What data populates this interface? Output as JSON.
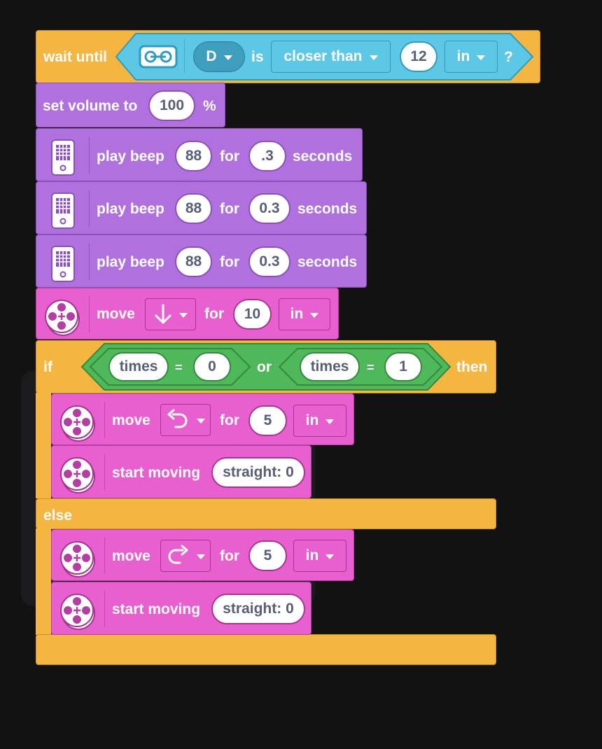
{
  "wait_block": {
    "label": "wait until",
    "port": "D",
    "is": "is",
    "comparison": "closer than",
    "distance": "12",
    "unit": "in",
    "question": "?"
  },
  "volume_block": {
    "label": "set volume to",
    "value": "100",
    "unit": "%"
  },
  "beeps": [
    {
      "label": "play beep",
      "note": "88",
      "for": "for",
      "duration": ".3",
      "seconds": "seconds"
    },
    {
      "label": "play beep",
      "note": "88",
      "for": "for",
      "duration": "0.3",
      "seconds": "seconds"
    },
    {
      "label": "play beep",
      "note": "88",
      "for": "for",
      "duration": "0.3",
      "seconds": "seconds"
    }
  ],
  "move_down": {
    "label": "move",
    "for": "for",
    "value": "10",
    "unit": "in",
    "direction_icon": "arrow-down-icon"
  },
  "if_block": {
    "if": "if",
    "then": "then",
    "else": "else",
    "or": "or",
    "cond_left": {
      "var": "times",
      "op": "=",
      "value": "0"
    },
    "cond_right": {
      "var": "times",
      "op": "=",
      "value": "1"
    }
  },
  "then_branch": {
    "move": {
      "label": "move",
      "for": "for",
      "value": "5",
      "unit": "in",
      "direction_icon": "turn-left-icon"
    },
    "start": {
      "label": "start moving",
      "value": "straight: 0"
    }
  },
  "else_branch": {
    "move": {
      "label": "move",
      "for": "for",
      "value": "5",
      "unit": "in",
      "direction_icon": "turn-right-icon"
    },
    "start": {
      "label": "start moving",
      "value": "straight: 0"
    }
  },
  "colors": {
    "control": "#f5b541",
    "sound": "#b071df",
    "motion": "#e85fd0",
    "sensor": "#5cc8e6",
    "operator": "#4eb85a",
    "background": "#121212"
  }
}
